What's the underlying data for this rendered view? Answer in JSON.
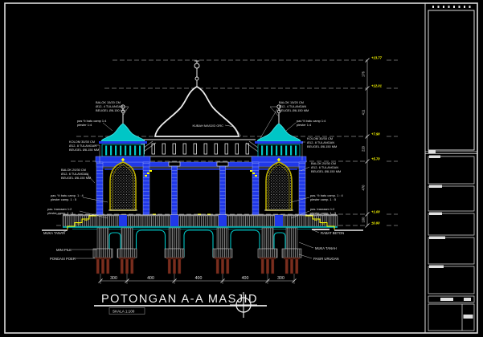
{
  "sheet": {
    "title": "POTONGAN A-A MASJID",
    "scale": "SKALA 1:100"
  },
  "labels": {
    "dome": "KUBAH MASJID GRC",
    "muka_tanah": "MUKA TANAH",
    "rabat_beton": "RABAT BETON",
    "mini_pile": "MINI PILE",
    "pondasi_poer": "PONDASI POER",
    "pasir_urugan": "PASIR URUGAN"
  },
  "annotations": {
    "balok_top": [
      "BALOK 15/20 CM",
      "Ø12- 4 TULANGAN",
      "BEUGEL Ø8-150 MM"
    ],
    "pas_batu": [
      "pas ½ batu camp 1:4",
      "plester 1:4"
    ],
    "kolom": [
      "KOLOM 30/30 CM",
      "Ø12- 8 TULANGAN",
      "BEUGEL Ø8-150 MM"
    ],
    "balok_mid": [
      "BALOK 20/30 CM",
      "Ø12- 6 TULANGAN",
      "BEUGEL Ø8-150 MM"
    ],
    "pas_wall": [
      "pas. ½ batu camp. 1 : 4",
      "plester camp. 1 : 5"
    ],
    "trasraam": [
      "pas. trasraam 1:2",
      "plester camp. 1 : 3"
    ]
  },
  "dimensions": {
    "bottom": [
      "300",
      "400",
      "400",
      "400",
      "300"
    ],
    "right": [
      "176",
      "411",
      "220",
      "470",
      "100"
    ]
  },
  "elevations": [
    "+13.77",
    "+12.01",
    "+7.90",
    "+5.70",
    "+1.00",
    "±0.00"
  ],
  "colors": {
    "line": "#e8e8e8",
    "blue": "#2038e8",
    "teal": "#00c6c6",
    "yellow": "#ffff00",
    "pile_brown": "#7a2e1e"
  }
}
